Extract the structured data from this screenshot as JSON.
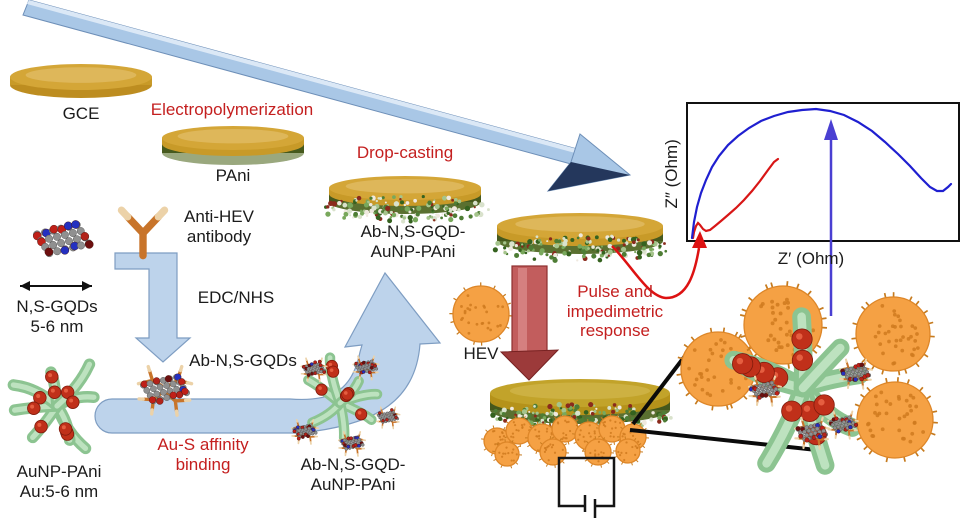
{
  "labels": {
    "gce": "GCE",
    "electropolymerization": "Electropolymerization",
    "pani": "PAni",
    "drop_casting": "Drop-casting",
    "modified_electrode": "Ab-N,S-GQD-\nAuNP-PAni",
    "gqd": "N,S-GQDs\n5-6 nm",
    "antibody": "Anti-HEV\nantibody",
    "edc_nhs": "EDC/NHS",
    "ab_gqd": "Ab-N,S-GQDs",
    "aunp_pani": "AuNP-PAni\nAu:5-6 nm",
    "au_s_binding": "Au-S affinity\nbinding",
    "bioconjugate": "Ab-N,S-GQD-\nAuNP-PAni",
    "hev": "HEV",
    "pulse_response": "Pulse and\nimpedimetric\nresponse"
  },
  "plot": {
    "x_label": "Z′ (Ohm)",
    "y_label": "Z″ (Ohm)",
    "series": [
      {
        "id": "red-curve",
        "color": "#d81616",
        "points": [
          [
            5,
            134
          ],
          [
            6,
            128
          ],
          [
            8,
            122
          ],
          [
            10,
            119
          ],
          [
            12,
            121
          ],
          [
            15,
            125
          ],
          [
            18,
            127
          ],
          [
            22,
            126
          ],
          [
            27,
            122
          ],
          [
            33,
            117
          ],
          [
            40,
            111
          ],
          [
            48,
            104
          ],
          [
            56,
            96
          ],
          [
            64,
            87
          ],
          [
            72,
            77
          ],
          [
            80,
            66
          ],
          [
            86,
            58
          ],
          [
            90,
            55
          ]
        ]
      },
      {
        "id": "blue-curve",
        "color": "#1f1fd0",
        "points": [
          [
            4,
            134
          ],
          [
            6,
            118
          ],
          [
            9,
            103
          ],
          [
            13,
            89
          ],
          [
            18,
            76
          ],
          [
            24,
            63
          ],
          [
            31,
            52
          ],
          [
            40,
            41
          ],
          [
            50,
            32
          ],
          [
            61,
            24
          ],
          [
            73,
            17
          ],
          [
            86,
            12
          ],
          [
            100,
            8
          ],
          [
            114,
            6
          ],
          [
            128,
            5
          ],
          [
            142,
            7
          ],
          [
            156,
            11
          ],
          [
            170,
            18
          ],
          [
            184,
            27
          ],
          [
            197,
            38
          ],
          [
            210,
            50
          ],
          [
            222,
            62
          ],
          [
            233,
            74
          ],
          [
            242,
            83
          ],
          [
            249,
            87
          ],
          [
            255,
            87
          ],
          [
            260,
            83
          ],
          [
            263,
            80
          ]
        ]
      }
    ]
  },
  "colors": {
    "red_label": "#c41f1f",
    "electrode_gold": "#c89a28",
    "electrode_gold_top": "#d4a637",
    "pani_green": "#46591d",
    "arrow_blue": "#bdd3eb",
    "hev_orange": "#f5a144",
    "aunp_red": "#c0301a",
    "polymer_green": "#8cc491",
    "pulse_arrow": "#c25d5d",
    "response_arrow": "#4a3fd2",
    "connector_red": "#dd1212"
  }
}
